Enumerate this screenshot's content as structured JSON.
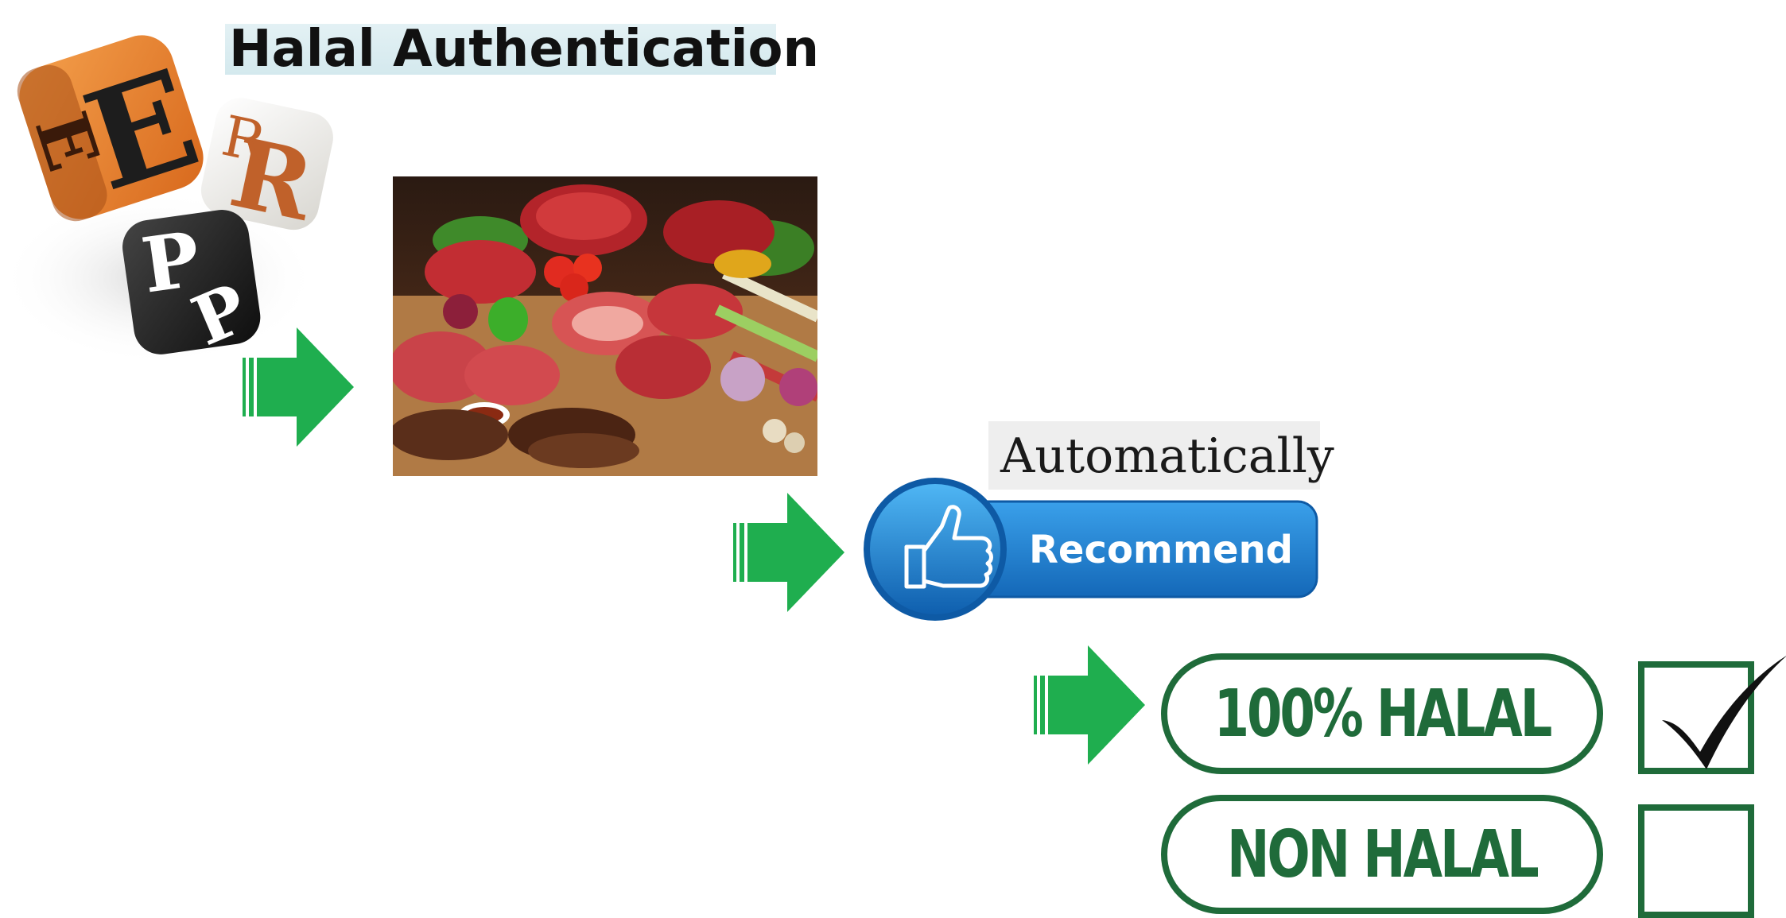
{
  "title": "Halal Authentication",
  "dice": {
    "letters": [
      "E",
      "R",
      "P"
    ],
    "colors": [
      "#e07a2a",
      "#f2f0ea",
      "#1d1d1d"
    ]
  },
  "flow": {
    "arrow_color": "#1fae4f",
    "automatically_label": "Automatically",
    "recommend_label": "Recommend",
    "recommend_color": "#1e7fd0"
  },
  "results": {
    "halal_label": "100% HALAL",
    "non_halal_label": "NON HALAL",
    "halal_checked": true,
    "non_halal_checked": false,
    "accent_color": "#1f6b3a"
  }
}
